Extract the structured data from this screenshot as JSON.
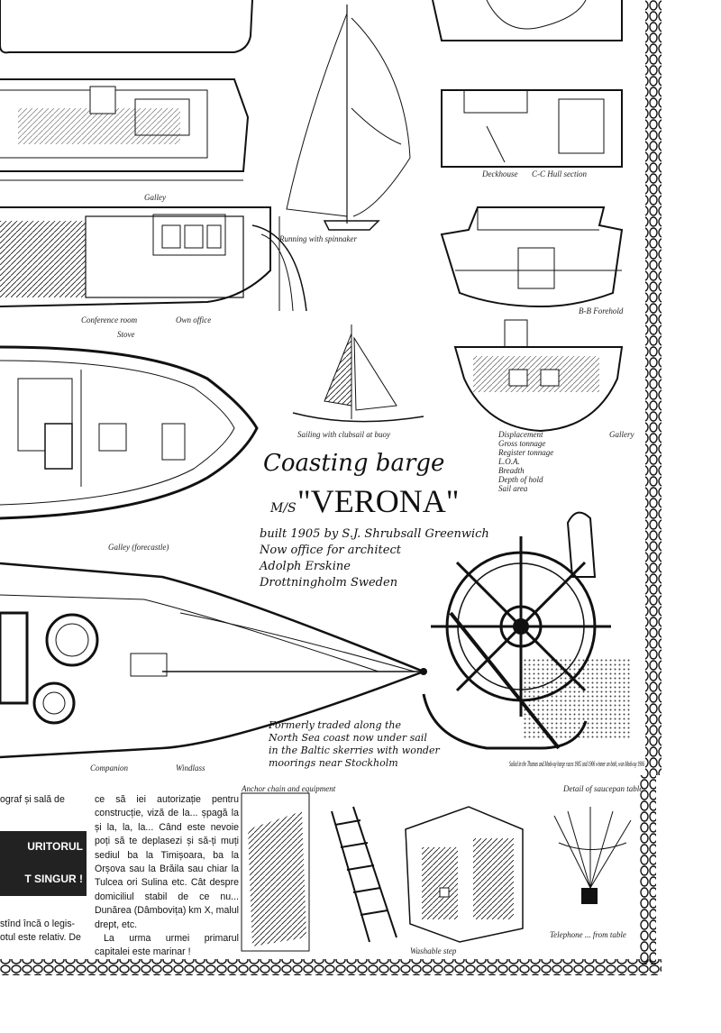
{
  "title": {
    "line1": "Coasting barge",
    "line2": "\"VERONA\"",
    "prefix": "M/S"
  },
  "subtitle_lines": [
    "built 1905 by S.J. Shrubsall Greenwich",
    "Now office for architect",
    "Adolph Erskine",
    "Drottningholm Sweden"
  ],
  "note_lines": [
    "Formerly traded along the",
    "North Sea coast now under sail",
    "in the Baltic skerries with wonder",
    "moorings near Stockholm"
  ],
  "labels": {
    "galley": "Galley",
    "deckhouse": "Deckhouse",
    "conference_room": "Conference room",
    "own_office": "Own office",
    "stove": "Stove",
    "running_with_spinnaker": "Running with spinnaker",
    "sailing_with_clubsail": "Sailing with clubsail at buoy",
    "galley_forecastle": "Galley (forecastle)",
    "companion": "Companion",
    "windlass": "Windlass",
    "sectional": "C-C Hull section",
    "forehold": "B-B Forehold",
    "detail_saucepan": "Detail of saucepan table",
    "washable_sleep": "Washable step",
    "telephone": "Telephone ... from table",
    "anchor_equipment": "Anchor chain and equipment"
  },
  "specs": [
    {
      "name": "Displacement",
      "v1": "",
      "v2": "Gallery"
    },
    {
      "name": "Gross tonnage",
      "v1": "",
      "v2": ""
    },
    {
      "name": "Register tonnage",
      "v1": "",
      "v2": ""
    },
    {
      "name": "L.O.A.",
      "v1": "",
      "v2": ""
    },
    {
      "name": "Breadth",
      "v1": "",
      "v2": ""
    },
    {
      "name": "Depth of hold",
      "v1": "",
      "v2": ""
    },
    {
      "name": "Sail area",
      "v1": "",
      "v2": ""
    }
  ],
  "caption_small": "Sailed in the Thames and Medway barge races 1905 and 1906 winner on both, won Medway 1906",
  "article": {
    "col1_top": "ograf și sală de",
    "boxed_line1": "URITORUL",
    "boxed_line2": "T SINGUR !",
    "col1_bottom": "stînd încă o legis- otul este relativ. De",
    "col2": [
      "ce să iei autorizație pentru construcție, viză de la... șpagă la și la, la, la... Când este nevoie poți să te deplasezi și să-ți muți sediul ba la Timișoara, ba la Orșova sau la Brăila sau chiar la Tulcea ori Sulina etc. Cât despre domiciliul stabil de ce nu... Dunărea (Dâmbovița) km X, malul drept, etc.",
      "La urma urmei primarul capitalei este marinar !"
    ]
  }
}
